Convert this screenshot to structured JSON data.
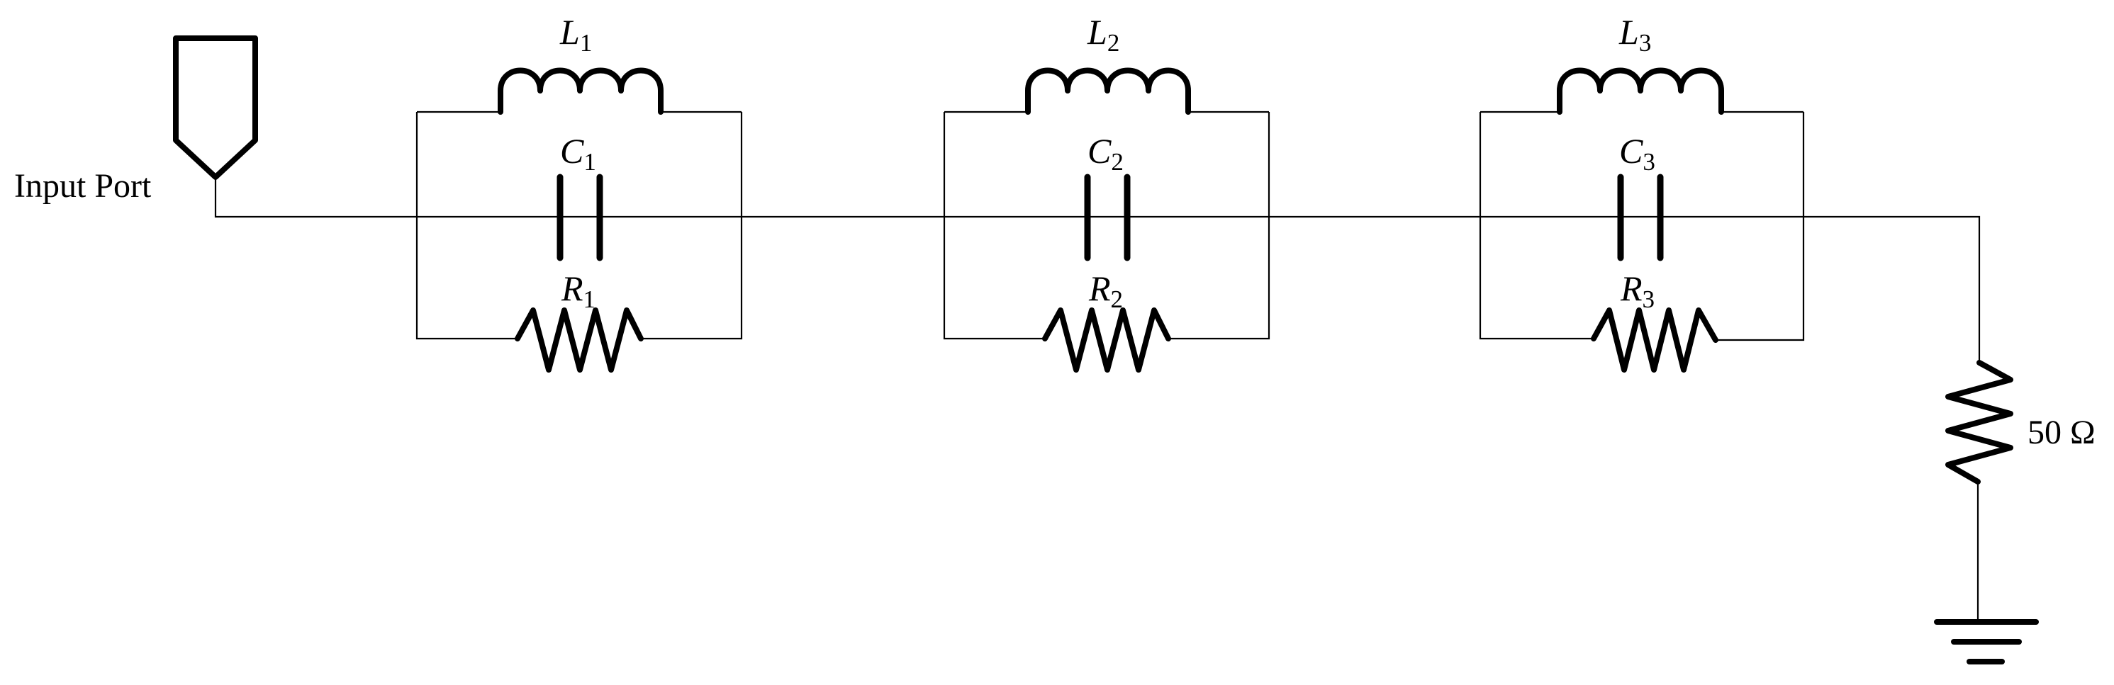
{
  "diagram": {
    "input_port_label": "Input Port",
    "load_label": "50 Ω",
    "sections": [
      {
        "inductor": {
          "letter": "L",
          "index": "1"
        },
        "capacitor": {
          "letter": "C",
          "index": "1"
        },
        "resistor": {
          "letter": "R",
          "index": "1"
        }
      },
      {
        "inductor": {
          "letter": "L",
          "index": "2"
        },
        "capacitor": {
          "letter": "C",
          "index": "2"
        },
        "resistor": {
          "letter": "R",
          "index": "2"
        }
      },
      {
        "inductor": {
          "letter": "L",
          "index": "3"
        },
        "capacitor": {
          "letter": "C",
          "index": "3"
        },
        "resistor": {
          "letter": "R",
          "index": "3"
        }
      }
    ]
  }
}
